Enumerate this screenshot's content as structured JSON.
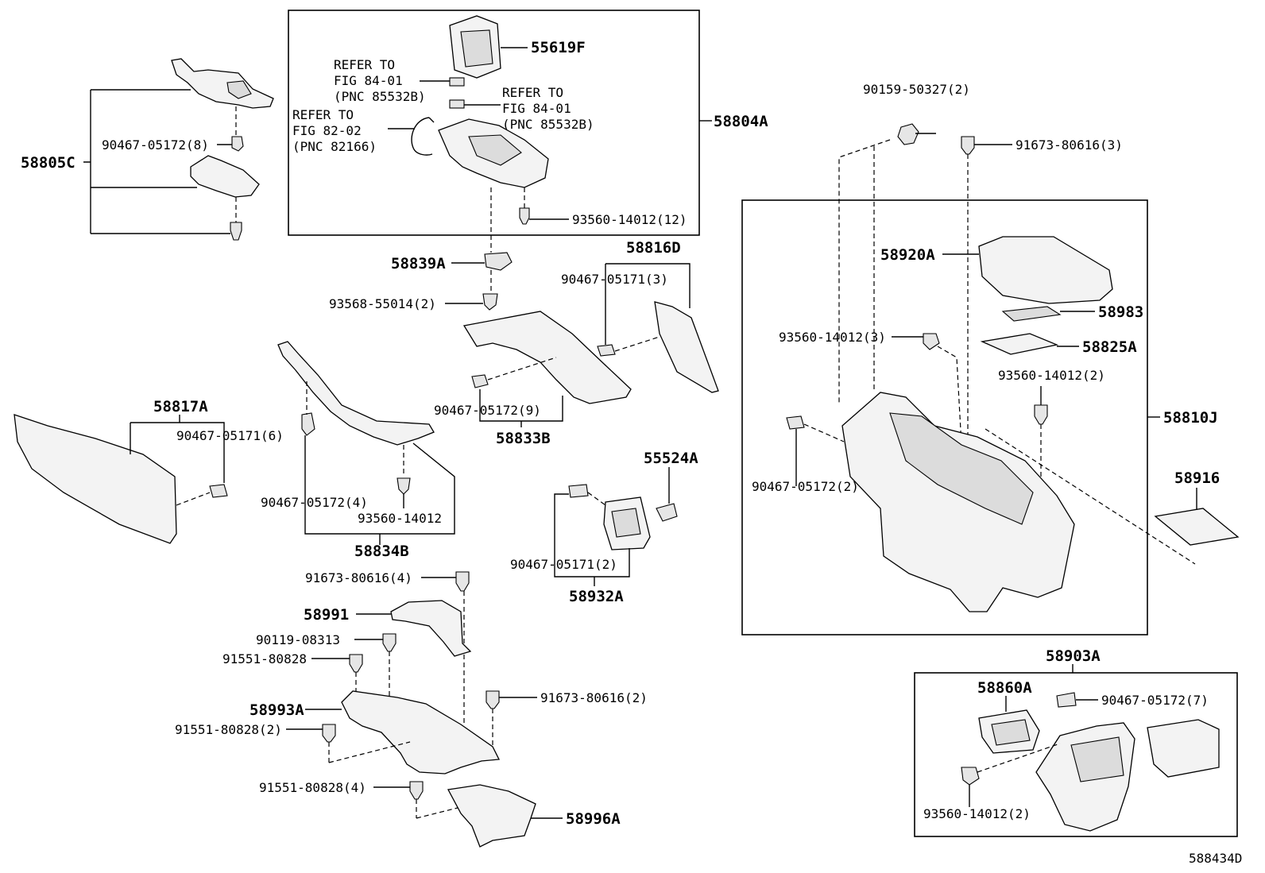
{
  "labels": {
    "p55619F": "55619F",
    "p58804A": "58804A",
    "p58805C": "58805C",
    "p58816D": "58816D",
    "p58839A": "58839A",
    "p58817A": "58817A",
    "p58833B": "58833B",
    "p58834B": "58834B",
    "p55524A": "55524A",
    "p58932A": "58932A",
    "p58991": "58991",
    "p58993A": "58993A",
    "p58996A": "58996A",
    "p58920A": "58920A",
    "p58983": "58983",
    "p58825A": "58825A",
    "p58810J": "58810J",
    "p58916": "58916",
    "p58903A": "58903A",
    "p58860A": "58860A",
    "f90467_05172_8": "90467-05172(8)",
    "f93560_14012_12": "93560-14012(12)",
    "f93568_55014_2": "93568-55014(2)",
    "f90467_05171_3": "90467-05171(3)",
    "f90467_05172_9": "90467-05172(9)",
    "f90467_05171_6": "90467-05171(6)",
    "f90467_05172_4": "90467-05172(4)",
    "f93560_14012": "93560-14012",
    "f90467_05171_2": "90467-05171(2)",
    "f91673_80616_4": "91673-80616(4)",
    "f90119_08313": "90119-08313",
    "f91551_80828": "91551-80828",
    "f91551_80828_2": "91551-80828(2)",
    "f91673_80616_2": "91673-80616(2)",
    "f91551_80828_4": "91551-80828(4)",
    "f90159_50327_2": "90159-50327(2)",
    "f91673_80616_3": "91673-80616(3)",
    "f93560_14012_3": "93560-14012(3)",
    "f93560_14012_2a": "93560-14012(2)",
    "f90467_05172_2": "90467-05172(2)",
    "f90467_05172_7": "90467-05172(7)",
    "f93560_14012_2b": "93560-14012(2)"
  },
  "refs": {
    "r1": [
      "REFER TO",
      "FIG 84-01",
      "(PNC 85532B)"
    ],
    "r2": [
      "REFER TO",
      "FIG 84-01",
      "(PNC 85532B)"
    ],
    "r3": [
      "REFER TO",
      "FIG 82-02",
      "(PNC 82166)"
    ]
  },
  "figure_id": "588434D"
}
